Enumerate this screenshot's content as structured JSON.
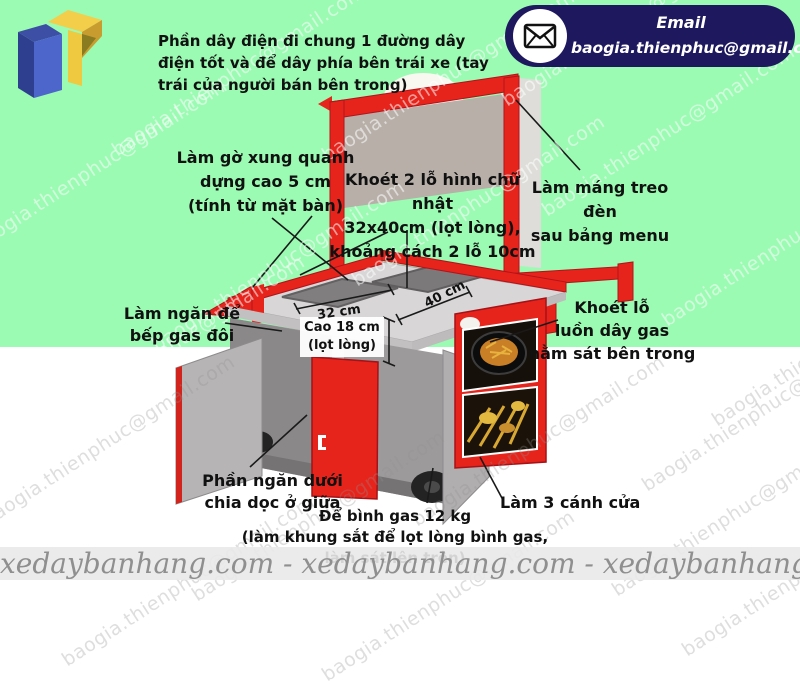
{
  "colors": {
    "background_green": "#9BFBB3",
    "cart_red": "#E6241C",
    "badge_navy": "#1E195F",
    "watermark_grey": "#8F8F8F"
  },
  "contact": {
    "label": "Email",
    "address": "baogia.thienphuc@gmail.com"
  },
  "icons": {
    "email": "envelope-icon",
    "logo": "thien-phuc-3d-logo"
  },
  "top_note": {
    "line1": "Phần dây điện đi chung 1 đường dây điện tốt",
    "line2": "và để dây phía bên trái xe",
    "line3": "(tay trái của người bán bên trong)"
  },
  "labels": {
    "lam_go": {
      "line1": "Làm gờ xung quanh",
      "line2": "dựng cao 5 cm",
      "line3": "(tính từ mặt bàn)"
    },
    "khoet_2_lo": {
      "line1": "Khoét 2 lỗ hình chữ nhật",
      "line2": "32x40cm (lọt lòng),",
      "line3": "khoảng cách 2 lỗ 10cm"
    },
    "mang_treo": {
      "line1": "Làm máng treo đèn",
      "line2": "sau bảng menu"
    },
    "ngan_bep_gas": {
      "line1": "Làm ngăn để",
      "line2": "bếp gas đôi"
    },
    "khoet_lo_gas": {
      "line1": "Khoét lỗ",
      "line2": "luồn dây gas",
      "line3": "nằm sát bên trong"
    },
    "phan_ngan_duoi": {
      "line1": "Phần ngăn dưới",
      "line2": "chia dọc ở giữa"
    },
    "de_binh_gas": {
      "line1": "Để bình gas 12 kg",
      "line2": "(làm khung sắt để lọt lòng bình gas,",
      "line3": "làm sát lên trên)"
    },
    "lam_3_canh_cua": {
      "line1": "Làm 3 cánh cửa"
    },
    "cao_18": {
      "line1": "Cao 18 cm",
      "line2": "(lọt lòng)"
    },
    "dim_32": "32 cm",
    "dim_40": "40 cm"
  },
  "watermarks": {
    "diagonal": "baogia.thienphuc@gmail.com",
    "footer": "xedaybanhang.com - xedaybanhang.com - xedaybanhang.com - xedaybanhang.com"
  }
}
